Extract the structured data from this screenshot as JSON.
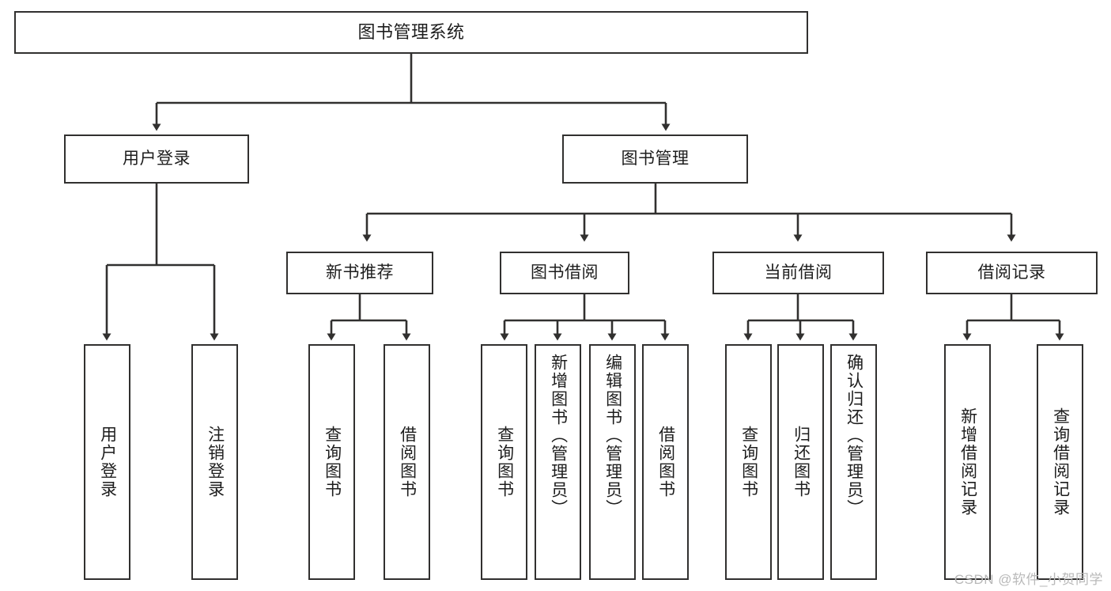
{
  "diagram": {
    "type": "tree-hierarchy",
    "title": "图书管理系统",
    "watermark": "CSDN @软件_小贺同学",
    "colors": {
      "stroke": "#31302f",
      "fill": "#ffffff",
      "text": "#1d1d1d",
      "watermark": "#b9b9b9"
    },
    "nodes": {
      "root": {
        "label": "图书管理系统"
      },
      "level2": [
        {
          "id": "user-login",
          "label": "用户登录"
        },
        {
          "id": "book-management",
          "label": "图书管理"
        }
      ],
      "level3": [
        {
          "id": "new-book-recommend",
          "label": "新书推荐"
        },
        {
          "id": "book-borrow",
          "label": "图书借阅"
        },
        {
          "id": "current-borrow",
          "label": "当前借阅"
        },
        {
          "id": "borrow-record",
          "label": "借阅记录"
        }
      ],
      "leaves": {
        "user-login": [
          {
            "id": "leaf-user-login",
            "label": "用户登录"
          },
          {
            "id": "leaf-logout-login",
            "label": "注销登录"
          }
        ],
        "new-book-recommend": [
          {
            "id": "leaf-query-book-1",
            "label": "查询图书"
          },
          {
            "id": "leaf-borrow-book-1",
            "label": "借阅图书"
          }
        ],
        "book-borrow": [
          {
            "id": "leaf-query-book-2",
            "label": "查询图书"
          },
          {
            "id": "leaf-add-book-admin",
            "label": "新增图书（管理员）"
          },
          {
            "id": "leaf-edit-book-admin",
            "label": "编辑图书（管理员）"
          },
          {
            "id": "leaf-borrow-book-2",
            "label": "借阅图书"
          }
        ],
        "current-borrow": [
          {
            "id": "leaf-query-book-3",
            "label": "查询图书"
          },
          {
            "id": "leaf-return-book",
            "label": "归还图书"
          },
          {
            "id": "leaf-confirm-return-admin",
            "label": "确认归还（管理员）"
          }
        ],
        "borrow-record": [
          {
            "id": "leaf-add-borrow-record",
            "label": "新增借阅记录"
          },
          {
            "id": "leaf-query-borrow-record",
            "label": "查询借阅记录"
          }
        ]
      }
    }
  }
}
